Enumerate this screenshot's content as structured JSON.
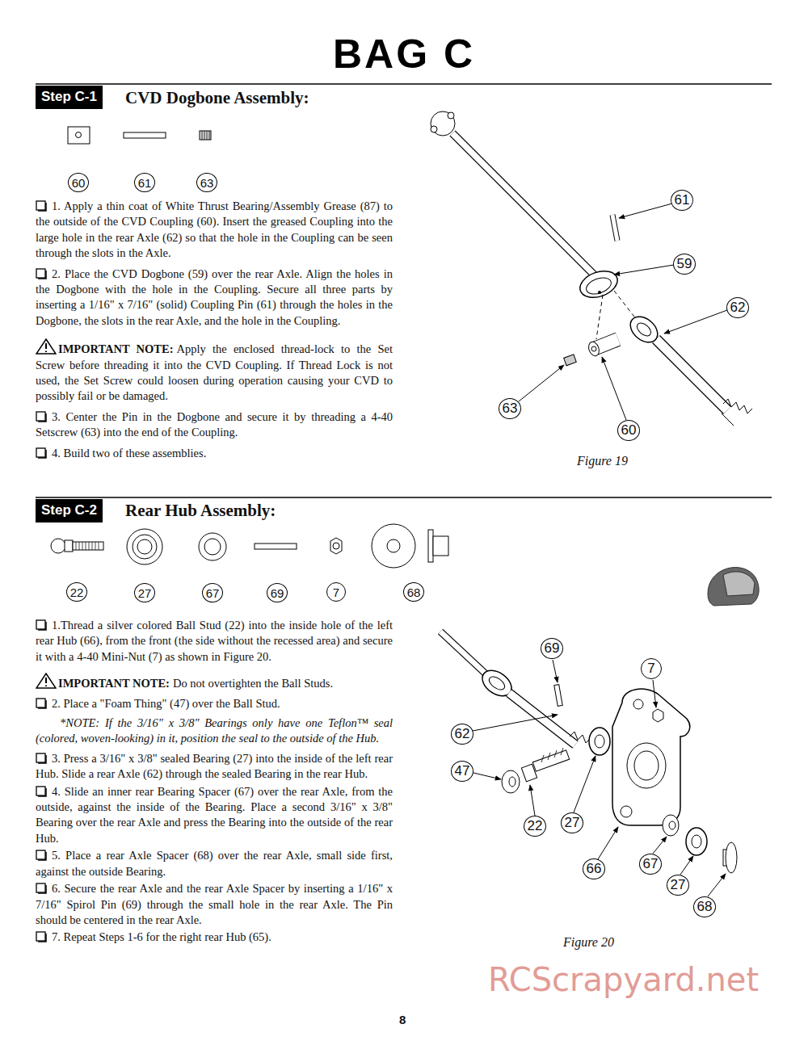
{
  "diagram": {
    "title": "BAG C",
    "nodes": [
      {
        "text": [
          "Step C-1"
        ]
      },
      {
        "text": [
          "60"
        ]
      },
      {
        "text": [
          "61"
        ]
      },
      {
        "text": [
          "63"
        ]
      },
      {
        "text": [
          "61"
        ]
      },
      {
        "text": [
          "59"
        ]
      },
      {
        "text": [
          "62"
        ]
      },
      {
        "text": [
          "63"
        ]
      },
      {
        "text": [
          "60"
        ]
      },
      {
        "text": [
          "Step C-2"
        ]
      },
      {
        "text": [
          "22"
        ]
      },
      {
        "text": [
          "27"
        ]
      },
      {
        "text": [
          "67"
        ]
      },
      {
        "text": [
          "69"
        ]
      },
      {
        "text": [
          "7"
        ]
      },
      {
        "text": [
          "68"
        ]
      },
      {
        "text": [
          "69"
        ]
      },
      {
        "text": [
          "7"
        ]
      },
      {
        "text": [
          "62"
        ]
      },
      {
        "text": [
          "47"
        ]
      },
      {
        "text": [
          "22"
        ]
      },
      {
        "text": [
          "27"
        ]
      },
      {
        "text": [
          "66"
        ]
      },
      {
        "text": [
          "67"
        ]
      },
      {
        "text": [
          "27"
        ]
      },
      {
        "text": [
          "68"
        ]
      }
    ],
    "labels": [
      "CVD Dogbone Assembly:",
      "1. Apply a thin coat of White Thrust Bearing/Assembly Grease (87) to the outside of the CVD Coupling (60). Insert the greased Coupling into the large hole in the rear Axle (62) so that the hole in the Coupling can be seen through the slots in the Axle.",
      "2. Place the CVD Dogbone (59) over the rear Axle. Align the holes in the Dogbone with the hole in the Coupling. Secure all three parts by inserting a 1/16\" x 7/16\" (solid) Coupling Pin (61) through the holes in the Dogbone, the slots in the rear Axle, and the hole in the Coupling.",
      "IMPORTANT NOTE:",
      "Apply the enclosed thread-lock to the Set Screw before threading it into the CVD Coupling. If Thread Lock is not used, the Set Screw could loosen during operation causing your CVD to possibly fail or be damaged.",
      "3. Center the Pin in the Dogbone and secure it by threading a 4-40 Setscrew (63) into the end of the Coupling.",
      "4. Build two of these assemblies.",
      "Figure 19",
      "Rear Hub Assembly:",
      "1.Thread a silver colored Ball Stud (22) into the inside hole of the left rear Hub (66), from the front (the side without the recessed area) and secure it with a 4-40 Mini-Nut (7) as shown in Figure 20.",
      "IMPORTANT NOTE:",
      "Do not overtighten the Ball Studs.",
      "2. Place a \"Foam Thing\" (47) over the Ball Stud.",
      "*NOTE: If the 3/16\" x 3/8\" Bearings only have one Teflon™ seal (colored, woven-looking) in it, position the seal to the outside of the Hub.",
      "3. Press a 3/16\" x 3/8\" sealed Bearing (27) into the inside of the left rear Hub. Slide a rear Axle (62) through the sealed Bearing in the rear Hub.",
      "4. Slide an inner rear Bearing Spacer (67) over the rear Axle, from the outside, against the inside of the Bearing. Place a second 3/16\" x 3/8\" Bearing over the rear Axle and press the Bearing into the outside of the rear Hub.",
      "5. Place a rear Axle Spacer (68) over the rear Axle, small side first, against the outside Bearing.",
      "6. Secure the rear Axle and the rear Axle Spacer by inserting a 1/16\" x 7/16\" Spirol Pin (69) through the small hole in the rear Axle. The Pin should be centered in the rear Axle.",
      "7. Repeat Steps 1-6 for the right rear Hub (65).",
      "Figure 20",
      "RCScrapyard.net",
      "8"
    ]
  }
}
